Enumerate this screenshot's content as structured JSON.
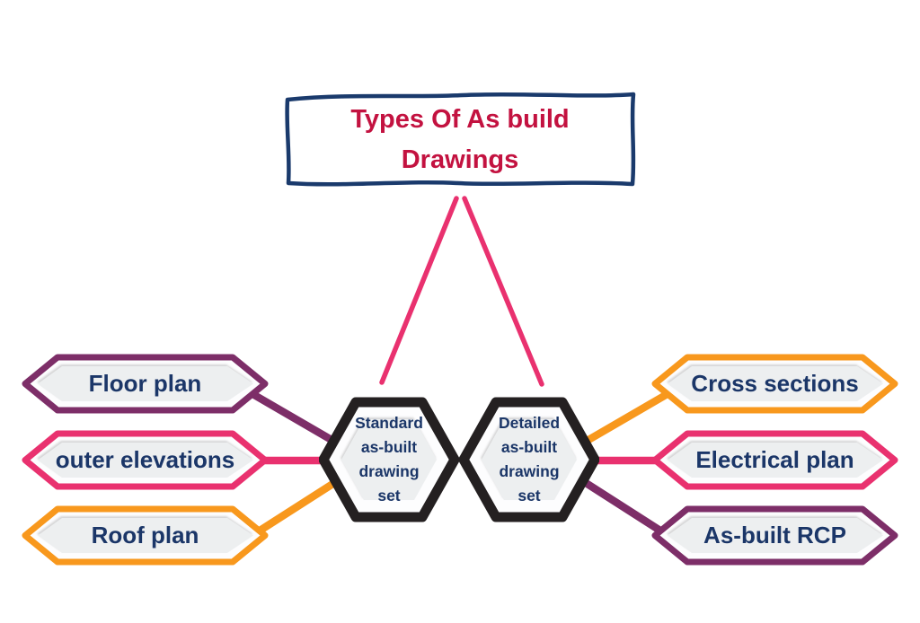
{
  "title": {
    "lines": [
      "Types Of As build",
      "Drawings"
    ]
  },
  "center_nodes": [
    {
      "label": "Standard as-built drawing set"
    },
    {
      "label": "Detailed as-built drawing set"
    }
  ],
  "left_nodes": [
    {
      "label": "Floor plan",
      "color": "#7d2e68"
    },
    {
      "label": "outer elevations",
      "color": "#e9316f"
    },
    {
      "label": "Roof plan",
      "color": "#f8981d"
    }
  ],
  "right_nodes": [
    {
      "label": "Cross sections",
      "color": "#f8981d"
    },
    {
      "label": "Electrical plan",
      "color": "#e9316f"
    },
    {
      "label": "As-built RCP",
      "color": "#7d2e68"
    }
  ],
  "colors": {
    "navy": "#1a3a6c",
    "title-red": "#c31240",
    "text-navy": "#1b3668",
    "purple": "#7d2e68",
    "pink": "#e9316f",
    "orange": "#f8981d",
    "hex-black": "#242021",
    "node-fill": "#edeff0"
  }
}
